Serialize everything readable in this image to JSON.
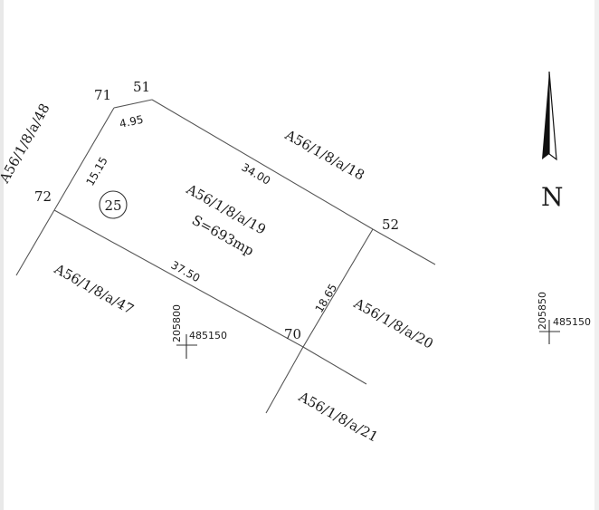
{
  "parcel": {
    "number": "25",
    "name": "A56/1/8/a/19",
    "area": "S=693mp"
  },
  "vertices": {
    "v71": "71",
    "v51": "51",
    "v52": "52",
    "v70": "70",
    "v72": "72"
  },
  "distances": {
    "d_71_51": "4.95",
    "d_51_52": "34.00",
    "d_52_70": "18.65",
    "d_70_72": "37.50",
    "d_72_71": "15.15"
  },
  "neighbors": {
    "n_48": "A56/1/8/a/48",
    "n_18": "A56/1/8/a/18",
    "n_47": "A56/1/8/a/47",
    "n_20": "A56/1/8/a/20",
    "n_21": "A56/1/8/a/21"
  },
  "grid_marks": [
    {
      "north": "205800",
      "east": "485150"
    },
    {
      "north": "205850",
      "east": "485150"
    }
  ],
  "north_arrow": {
    "label": "N"
  },
  "colors": {
    "line": "#555555",
    "text": "#1a1a1a",
    "arrow": "#111111"
  }
}
